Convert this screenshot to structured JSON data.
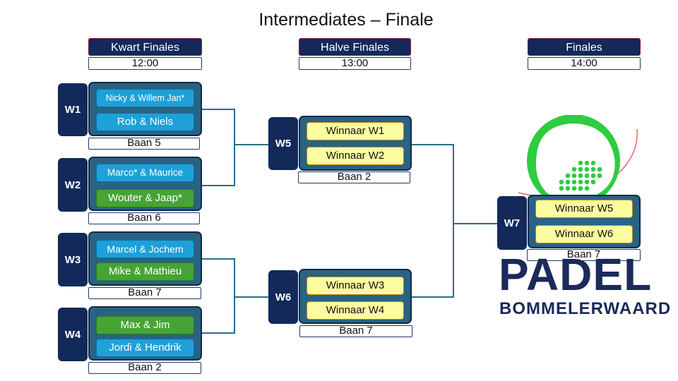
{
  "title": "Intermediates – Finale",
  "rounds": [
    {
      "name": "Kwart Finales",
      "time": "12:00"
    },
    {
      "name": "Halve Finales",
      "time": "13:00"
    },
    {
      "name": "Finales",
      "time": "14:00"
    }
  ],
  "matches": {
    "w1": {
      "label": "W1",
      "team1": "Nicky & Willem Jan*",
      "team2": "Rob & Niels",
      "court": "Baan 5"
    },
    "w2": {
      "label": "W2",
      "team1": "Marco* & Maurice",
      "team2": "Wouter & Jaap*",
      "court": "Baan 6"
    },
    "w3": {
      "label": "W3",
      "team1": "Marcel & Jochem",
      "team2": "Mike & Mathieu",
      "court": "Baan 7"
    },
    "w4": {
      "label": "W4",
      "team1": "Max & Jim",
      "team2": "Jordi & Hendrik",
      "court": "Baan 2"
    },
    "w5": {
      "label": "W5",
      "team1": "Winnaar W1",
      "team2": "Winnaar W2",
      "court": "Baan 2"
    },
    "w6": {
      "label": "W6",
      "team1": "Winnaar W3",
      "team2": "Winnaar W4",
      "court": "Baan 7"
    },
    "w7": {
      "label": "W7",
      "team1": "Winnaar W5",
      "team2": "Winnaar W6",
      "court": "Baan 7"
    }
  },
  "logo": {
    "word1": "PADEL",
    "word2": "BOMMELERWAARD",
    "icon": "padel-racket-icon"
  },
  "colors": {
    "navy": "#13295a",
    "box": "#2a6283",
    "blue": "#1ea0d8",
    "green": "#46a435",
    "yellow": "#fbfba0",
    "logo_green": "#2ecc40"
  }
}
